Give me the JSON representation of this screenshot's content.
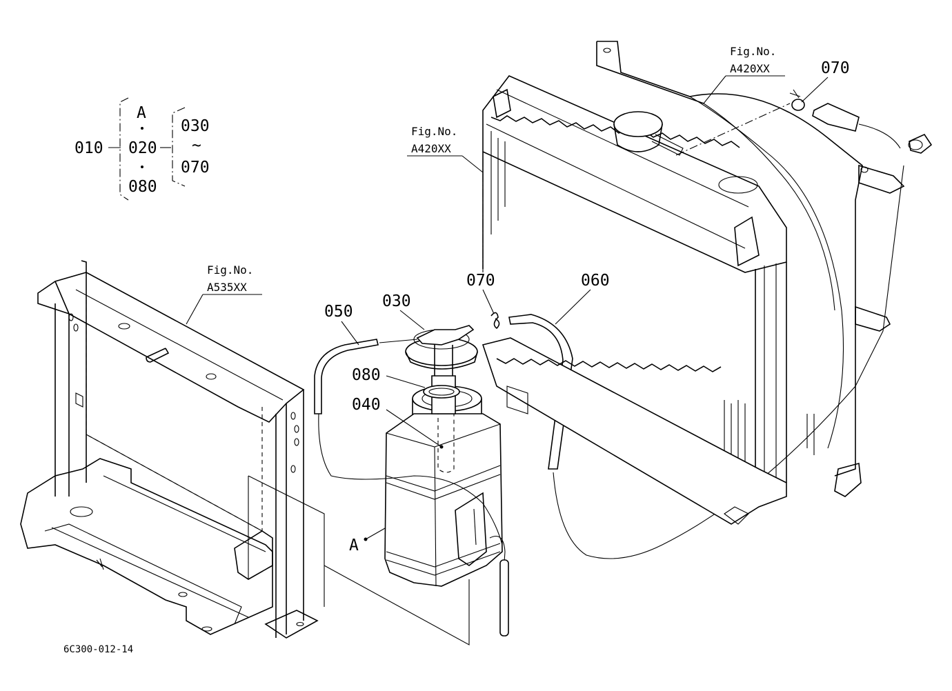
{
  "legend": {
    "assembly": "010",
    "group_top": "A",
    "group_mid": "020",
    "group_bottom": "080",
    "range_start": "030",
    "range_sep": "~",
    "range_end": "070"
  },
  "figure_refs": {
    "top_right": {
      "caption": "Fig.No.",
      "code": "A420XX"
    },
    "top_mid": {
      "caption": "Fig.No.",
      "code": "A420XX"
    },
    "left": {
      "caption": "Fig.No.",
      "code": "A535XX"
    }
  },
  "callouts": {
    "p070_top": "070",
    "p070_mid": "070",
    "p060": "060",
    "p050": "050",
    "p030": "030",
    "p080": "080",
    "p040": "040",
    "pA": "A"
  },
  "diagram_id": "6C300-012-14"
}
